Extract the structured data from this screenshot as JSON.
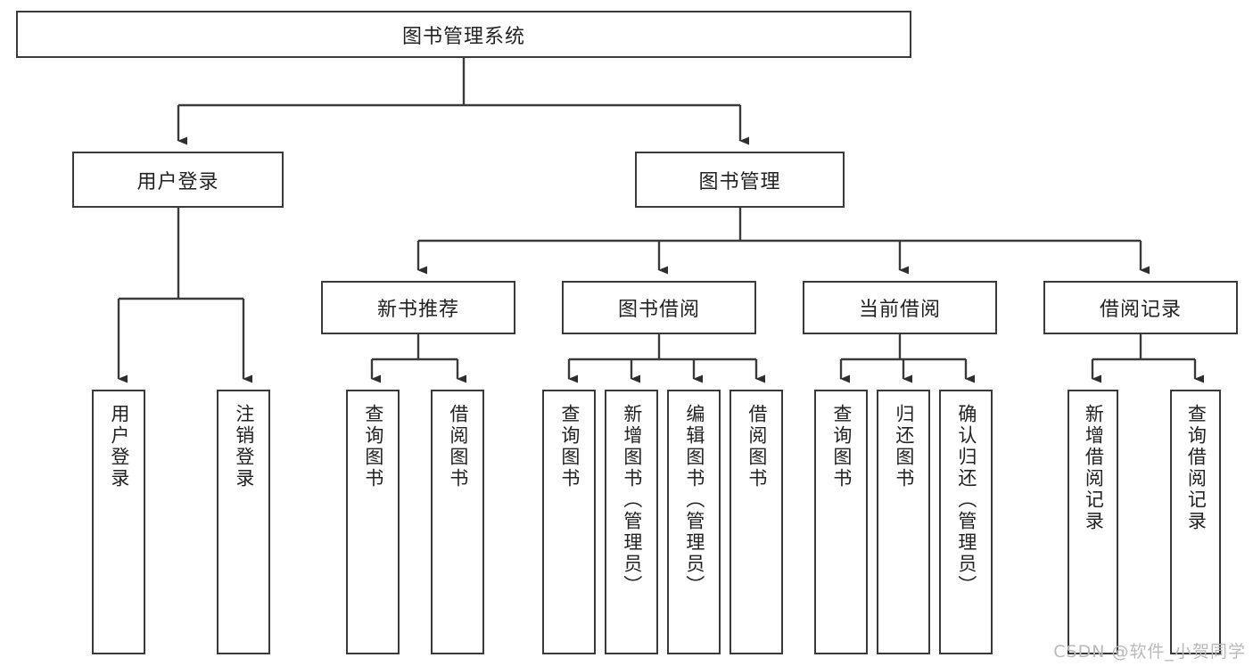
{
  "diagram": {
    "type": "tree",
    "title_node": {
      "label": "图书管理系统"
    },
    "colors": {
      "stroke": "#3a3a3a",
      "fill": "#ffffff",
      "text": "#222222",
      "watermark": "#b9b9b9"
    },
    "level2": [
      {
        "label": "用户登录"
      },
      {
        "label": "图书管理"
      }
    ],
    "level3": [
      {
        "label": "新书推荐"
      },
      {
        "label": "图书借阅"
      },
      {
        "label": "当前借阅"
      },
      {
        "label": "借阅记录"
      }
    ],
    "leaves": [
      {
        "label": "用户登录",
        "parent": "用户登录"
      },
      {
        "label": "注销登录",
        "parent": "用户登录"
      },
      {
        "label": "查询图书",
        "parent": "新书推荐"
      },
      {
        "label": "借阅图书",
        "parent": "新书推荐"
      },
      {
        "label": "查询图书",
        "parent": "图书借阅"
      },
      {
        "label": "新增图书（管理员）",
        "parent": "图书借阅"
      },
      {
        "label": "编辑图书（管理员）",
        "parent": "图书借阅"
      },
      {
        "label": "借阅图书",
        "parent": "图书借阅"
      },
      {
        "label": "查询图书",
        "parent": "当前借阅"
      },
      {
        "label": "归还图书",
        "parent": "当前借阅"
      },
      {
        "label": "确认归还（管理员）",
        "parent": "当前借阅"
      },
      {
        "label": "新增借阅记录",
        "parent": "借阅记录"
      },
      {
        "label": "查询借阅记录",
        "parent": "借阅记录"
      }
    ]
  },
  "watermark": {
    "text": "CSDN @软件_小贺同学"
  }
}
